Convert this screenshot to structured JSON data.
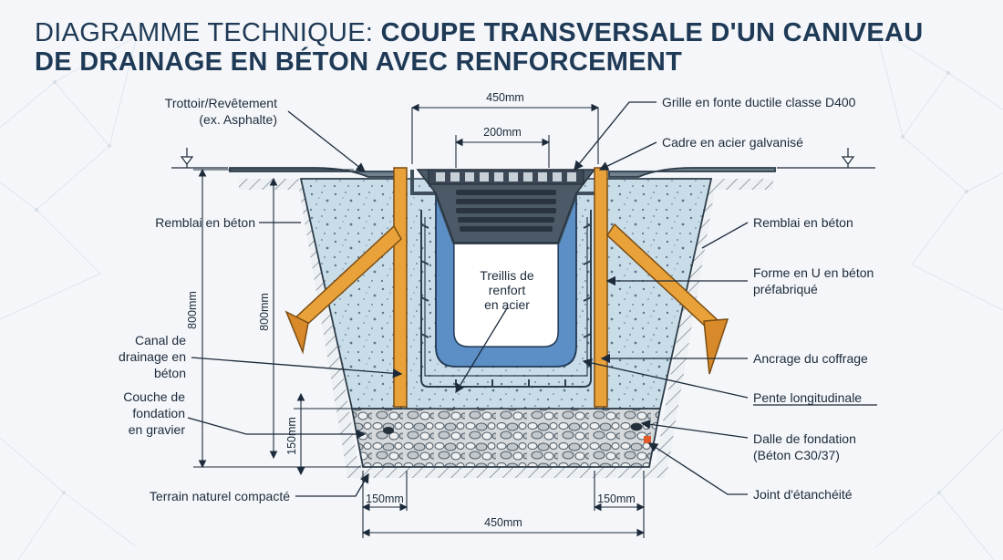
{
  "title": {
    "prefix": "DIAGRAMME TECHNIQUE: ",
    "main": "COUPE TRANSVERSALE D'UN CANIVEAU DE DRAINAGE EN BÉTON AVEC RENFORCEMENT"
  },
  "labels": {
    "trottoir_1": "Trottoir/Revêtement",
    "trottoir_2": "(ex. Asphalte)",
    "remblai_left": "Remblai en béton",
    "canal_1": "Canal de",
    "canal_2": "drainage en",
    "canal_3": "béton",
    "couche_1": "Couche de",
    "couche_2": "fondation",
    "couche_3": "en gravier",
    "terrain": "Terrain naturel compacté",
    "grille": "Grille en fonte ductile classe D400",
    "cadre": "Cadre en acier galvanisé",
    "remblai_right": "Remblai en béton",
    "forme_1": "Forme en U en béton",
    "forme_2": "préfabriqué",
    "ancrage": "Ancrage du coffrage",
    "pente": "Pente longitudinale",
    "dalle_1": "Dalle de fondation",
    "dalle_2": "(Béton C30/37)",
    "joint": "Joint d'étanchéité",
    "treillis_1": "Treillis de",
    "treillis_2": "renfort",
    "treillis_3": "en acier"
  },
  "dimensions": {
    "top_width": "450mm",
    "grate_width": "200mm",
    "depth_outer": "800mm",
    "depth_inner": "800mm",
    "gravel": "150mm",
    "offset_left": "150mm",
    "offset_right": "150mm",
    "bottom_width": "450mm"
  },
  "colors": {
    "title": "#1f3a56",
    "concrete": "#c9dde9",
    "channel": "#5b8fc6",
    "wood": "#e9a23a",
    "gravel": "#cfd3d6",
    "asphalt": "#6f7f8c"
  }
}
